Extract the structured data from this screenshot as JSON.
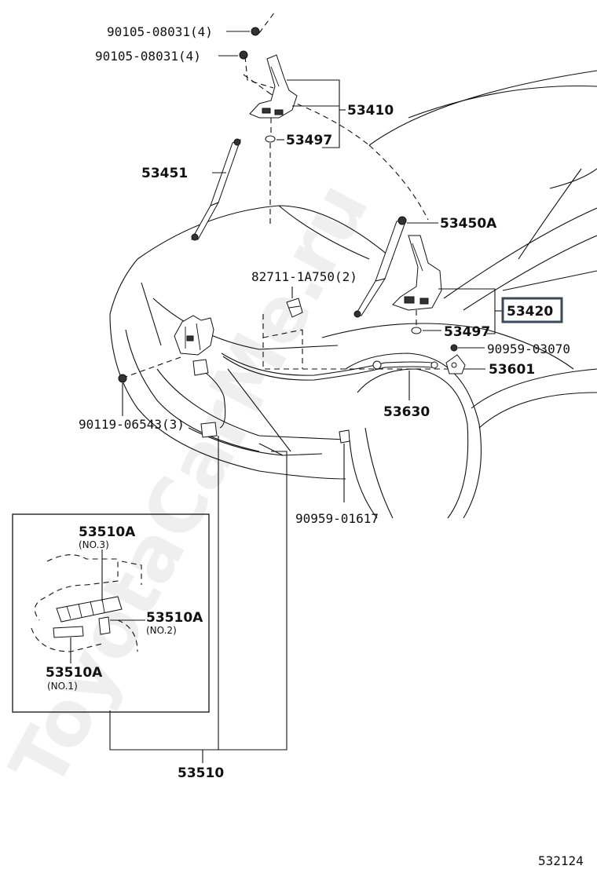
{
  "watermark": "ToyotaCarMe.ru",
  "diagram_id": "532124",
  "labels": {
    "bolt_upper": "90105-08031(4)",
    "bolt_lower": "90105-08031(4)",
    "hinge": "53410",
    "hinge_cushion_top": "53497",
    "stay_left": "53451",
    "stay_right": "53450A",
    "clip_upper": "82711-1A750(2)",
    "hinge_right": "53420",
    "cushion_right": "53497",
    "clip_cable": "90959-03070",
    "lever": "53601",
    "bolt_lock": "90119-06543(3)",
    "cable": "53630",
    "clip_lower": "90959-01617",
    "cable_assy": "53510",
    "inset_top_code": "53510A",
    "inset_top_sub": "(NO.3)",
    "inset_mid_code": "53510A",
    "inset_mid_sub": "(NO.2)",
    "inset_bot_code": "53510A",
    "inset_bot_sub": "(NO.1)"
  }
}
